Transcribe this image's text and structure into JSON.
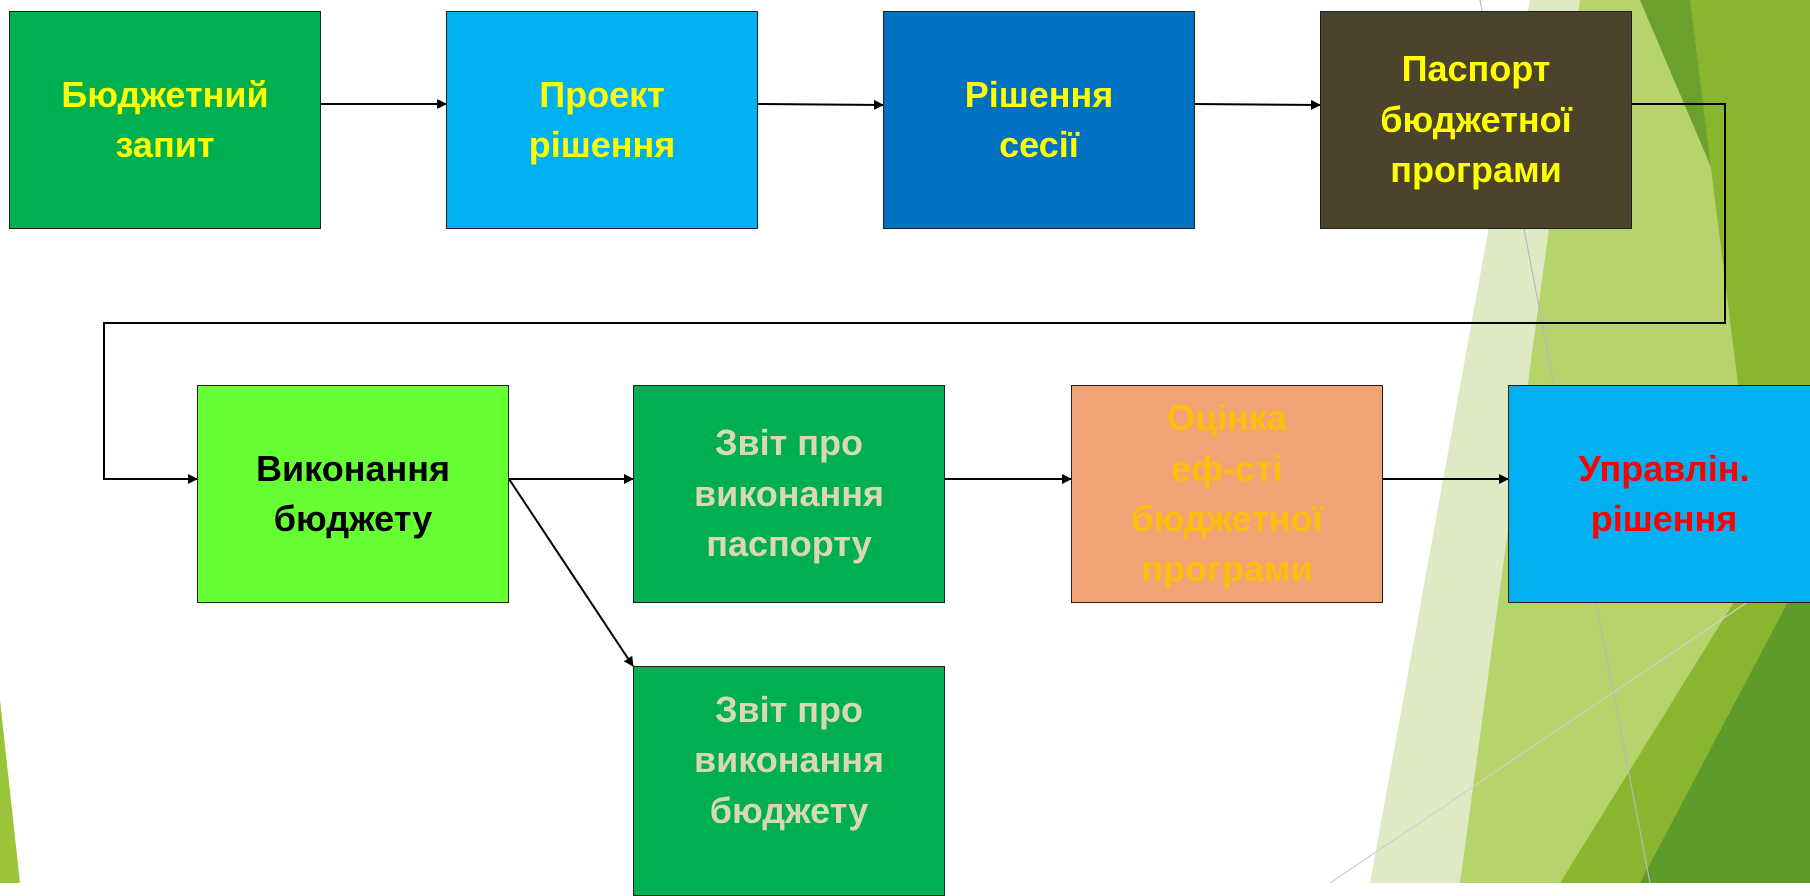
{
  "colors": {
    "green_dark": "#00b050",
    "light_blue": "#00b0f0",
    "medium_blue": "#0070c0",
    "olive_brown": "#4b432c",
    "bright_green": "#66ff33",
    "salmon": "#f0a374",
    "yellow_text": "#ffff00",
    "black_text": "#000000",
    "grey_text": "#d9d9b0",
    "gold_text": "#ffc000",
    "red_text": "#ff0000",
    "deco_green": "#8ab52e"
  },
  "nodes": [
    {
      "id": "budget-request",
      "label": "Бюджетний\nзапит",
      "fill": "#00b050",
      "text_color": "#ffff00"
    },
    {
      "id": "draft-decision",
      "label": "Проект\nрішення",
      "fill": "#00b0f0",
      "text_color": "#ffff00"
    },
    {
      "id": "session-decision",
      "label": "Рішення\nсесії",
      "fill": "#0070c0",
      "text_color": "#ffff00"
    },
    {
      "id": "budget-program-passport",
      "label": "Паспорт\nбюджетної\nпрограми",
      "fill": "#4b432c",
      "text_color": "#ffff00"
    },
    {
      "id": "budget-execution",
      "label": "Виконання\nбюджету",
      "fill": "#66ff33",
      "text_color": "#000000"
    },
    {
      "id": "passport-execution-report",
      "label": "Звіт про\nвиконання\nпаспорту",
      "fill": "#00b050",
      "text_color": "#d9d9b0"
    },
    {
      "id": "program-efficiency-assessment",
      "label": "Оцінка\nеф-сті\nбюджетної\nпрограми",
      "fill": "#f0a374",
      "text_color": "#ffc000"
    },
    {
      "id": "management-decision",
      "label": "Управлін.\nрішення",
      "fill": "#00b0f0",
      "text_color": "#ff0000"
    },
    {
      "id": "budget-execution-report",
      "label": "Звіт про\nвиконання\nбюджету",
      "fill": "#00b050",
      "text_color": "#d9d9b0"
    }
  ],
  "edges": [
    {
      "from": "budget-request",
      "to": "draft-decision"
    },
    {
      "from": "draft-decision",
      "to": "session-decision"
    },
    {
      "from": "session-decision",
      "to": "budget-program-passport"
    },
    {
      "from": "budget-program-passport",
      "to": "budget-execution"
    },
    {
      "from": "budget-execution",
      "to": "passport-execution-report"
    },
    {
      "from": "passport-execution-report",
      "to": "program-efficiency-assessment"
    },
    {
      "from": "program-efficiency-assessment",
      "to": "management-decision"
    },
    {
      "from": "budget-execution",
      "to": "budget-execution-report"
    }
  ]
}
